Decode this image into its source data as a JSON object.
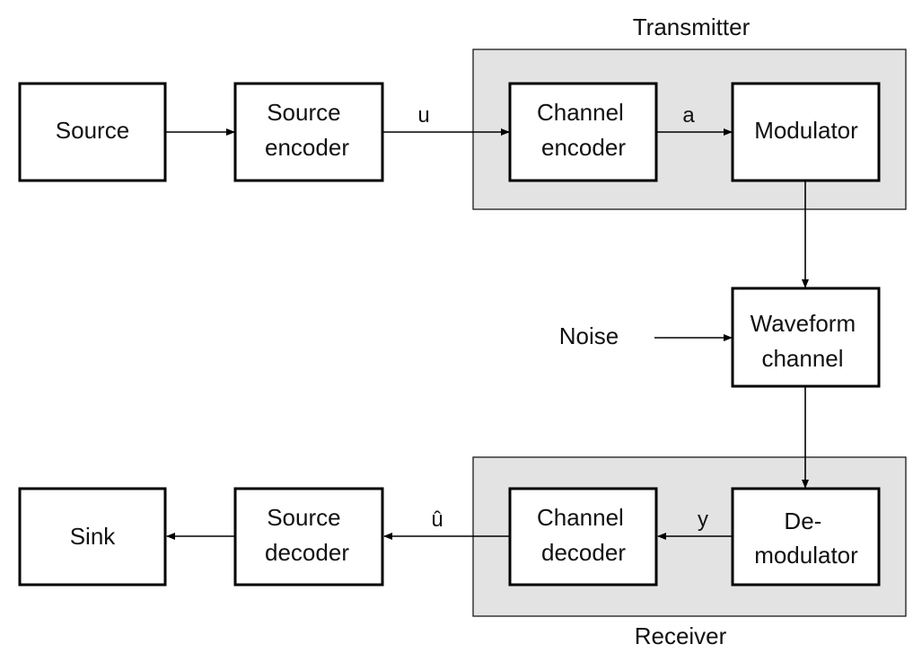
{
  "groups": {
    "transmitter": "Transmitter",
    "receiver": "Receiver"
  },
  "blocks": {
    "source": [
      "Source"
    ],
    "source_encoder": [
      "Source",
      "encoder"
    ],
    "channel_encoder": [
      "Channel",
      "encoder"
    ],
    "modulator": [
      "Modulator"
    ],
    "waveform_channel": [
      "Waveform",
      "channel"
    ],
    "demodulator": [
      "De-",
      "modulator"
    ],
    "channel_decoder": [
      "Channel",
      "decoder"
    ],
    "source_decoder": [
      "Source",
      "decoder"
    ],
    "sink": [
      "Sink"
    ]
  },
  "inputs": {
    "noise": "Noise"
  },
  "signals": {
    "u": "u",
    "a": "a",
    "y": "y",
    "u_hat": "û"
  },
  "colors": {
    "group_fill": "#e3e3e3",
    "block_fill": "#ffffff",
    "line": "#000000"
  }
}
